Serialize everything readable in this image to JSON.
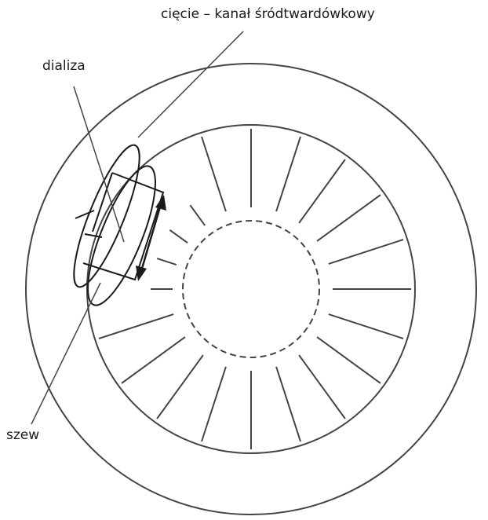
{
  "labels": {
    "incision": "cięcie – kanał śródtwardówkowy",
    "dialysis": "dializa",
    "suture": "szew"
  },
  "colors": {
    "line": "#444444",
    "incision_stroke": "#1a1a1a",
    "label": "#1a1a1a"
  }
}
